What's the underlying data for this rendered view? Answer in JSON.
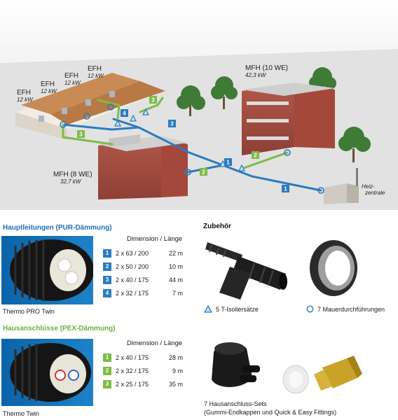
{
  "scene": {
    "buildings": [
      {
        "name": "EFH",
        "power": "12 kW"
      },
      {
        "name": "EFH",
        "power": "12 kW"
      },
      {
        "name": "EFH",
        "power": "12 kW"
      },
      {
        "name": "EFH",
        "power": "12 kW"
      },
      {
        "name": "MFH (10 WE)",
        "power": "42,3 kW"
      },
      {
        "name": "MFH (8 WE)",
        "power": "32,7 kW"
      },
      {
        "name": "Heiz-",
        "power": "zentrale"
      }
    ],
    "pipe_markers": [
      "3",
      "4",
      "3",
      "3",
      "2",
      "1",
      "2",
      "1"
    ],
    "colors": {
      "blue_pipe": "#2b7bbf",
      "green_pipe": "#7dbb47"
    }
  },
  "main_pipes": {
    "heading": "Hauptleitungen (PUR-Dämmung)",
    "column_header": "Dimension / Länge",
    "rows": [
      {
        "num": "1",
        "dim": "2 x 63 / 200",
        "len": "22 m"
      },
      {
        "num": "2",
        "dim": "2 x 50 / 200",
        "len": "10 m"
      },
      {
        "num": "3",
        "dim": "2 x 40 / 175",
        "len": "44 m"
      },
      {
        "num": "4",
        "dim": "2 x 32 / 175",
        "len": "7 m"
      }
    ],
    "product": "Thermo PRO Twin"
  },
  "house_pipes": {
    "heading": "Hausanschlüsse (PEX-Dämmung)",
    "column_header": "Dimension / Länge",
    "rows": [
      {
        "num": "1",
        "dim": "2 x 40 / 175",
        "len": "28 m"
      },
      {
        "num": "2",
        "dim": "2 x 32 / 175",
        "len": "9 m"
      },
      {
        "num": "3",
        "dim": "2 x 25 / 175",
        "len": "35 m"
      }
    ],
    "product": "Thermo Twin"
  },
  "accessories": {
    "heading": "Zubehör",
    "t_sets": "5 T-Isoliersätze",
    "wall_seals": "7 Mauerdurchführungen",
    "house_sets_line1": "7 Hausanschluss-Sets",
    "house_sets_line2": "(Gummi-Endkappen und Quick & Easy Fittings)"
  }
}
